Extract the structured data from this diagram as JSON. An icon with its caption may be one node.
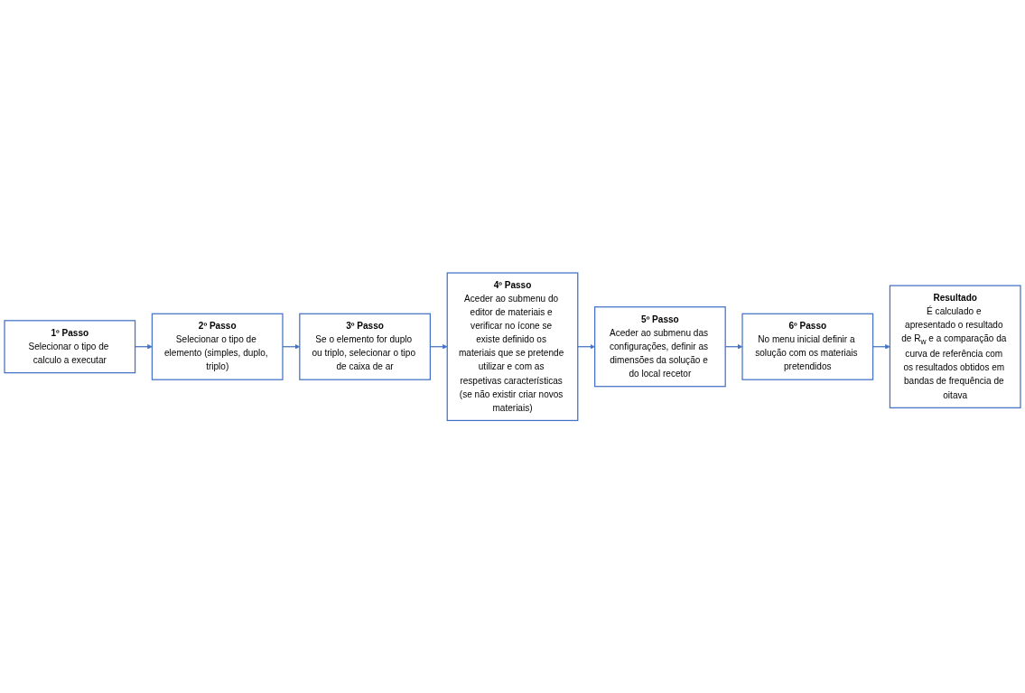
{
  "diagram": {
    "nodes": [
      {
        "text": [
          "1º Passo",
          "Selecionar o tipo de calculo a executar"
        ]
      },
      {
        "text": [
          "2º Passo",
          "Selecionar o tipo de elemento (simples, duplo, triplo)"
        ]
      },
      {
        "text": [
          "3º Passo",
          "Se o elemento for duplo ou triplo, selecionar o tipo de caixa de ar"
        ]
      },
      {
        "text": [
          "4º Passo",
          "Aceder ao submenu do editor de materiais e verificar no ícone se existe definido os materiais que se pretende utilizar e com as respetivas características (se não existir criar novos materiais)"
        ]
      },
      {
        "text": [
          "5º Passo",
          "Aceder ao submenu das configurações, definir as dimensões da solução e do local recetor"
        ]
      },
      {
        "text": [
          "6º Passo",
          "No menu inicial definir a solução com os materiais pretendidos"
        ]
      },
      {
        "text": [
          "Resultado",
          "É calculado e apresentado o resultado de R$_{w}$ e a comparação da curva de referência com os resultados obtidos em bandas de frequência de oitava"
        ]
      }
    ],
    "edges": [
      {
        "from": 0,
        "to": 1,
        "arrow": "to"
      },
      {
        "from": 1,
        "to": 2,
        "arrow": "to"
      },
      {
        "from": 2,
        "to": 3,
        "arrow": "to"
      },
      {
        "from": 3,
        "to": 4,
        "arrow": "to"
      },
      {
        "from": 4,
        "to": 5,
        "arrow": "to"
      },
      {
        "from": 5,
        "to": 6,
        "arrow": "to"
      }
    ]
  }
}
